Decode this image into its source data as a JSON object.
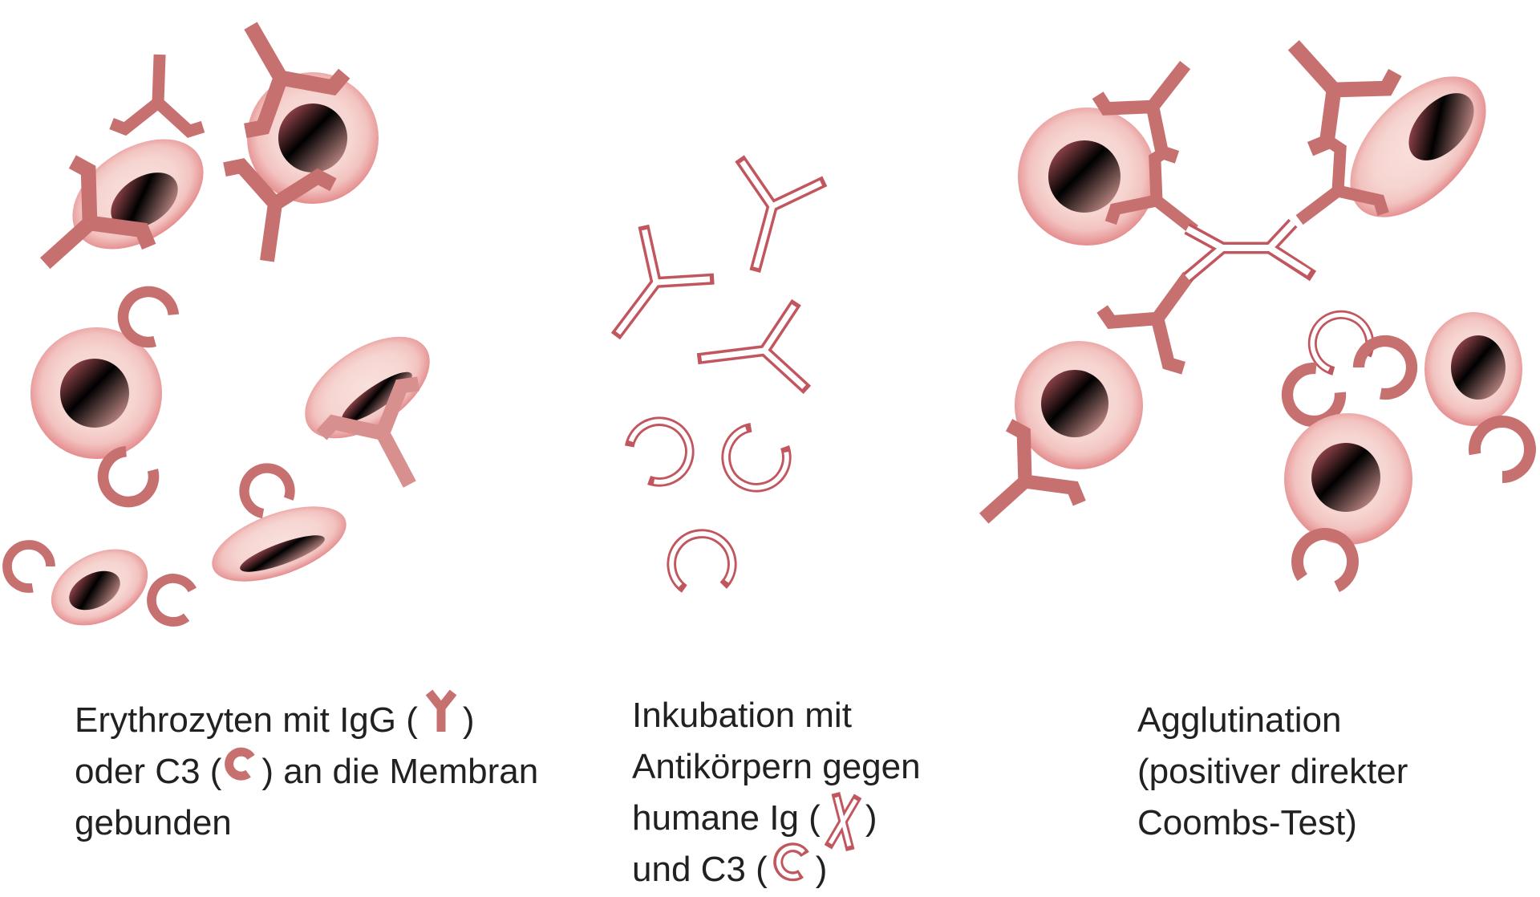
{
  "colors": {
    "background": "#ffffff",
    "text": "#232021",
    "antibody_solid": "#c77070",
    "antibody_solid_light": "#d8908f",
    "antibody_outline_stroke": "#c2565e",
    "cell_rim": "#e28183",
    "cell_fill": "#f6d5d1",
    "cell_core_dark": "#ca5f68",
    "cell_core_light": "#efaba7"
  },
  "symbols": {
    "solid_y": "igg-antibody-icon",
    "solid_c": "c3-complement-icon",
    "hollow_y": "anti-human-ig-antibody-icon",
    "hollow_c": "anti-c3-antibody-icon",
    "cell": "erythrocyte"
  },
  "captions": {
    "step1": {
      "line1_pre": "Erythrozyten mit IgG (",
      "line1_post": ")",
      "line2_pre": "oder C3 (",
      "line2_post": ") an die Membran",
      "line3": "gebunden"
    },
    "step2": {
      "line1": "Inkubation mit",
      "line2": "Antikörpern gegen",
      "line3_pre": "humane Ig (",
      "line3_post": ")",
      "line4_pre": "und C3 (",
      "line4_post": ")"
    },
    "step3": {
      "line1": "Agglutination",
      "line2": "(positiver direkter",
      "line3": "Coombs-Test)"
    }
  }
}
